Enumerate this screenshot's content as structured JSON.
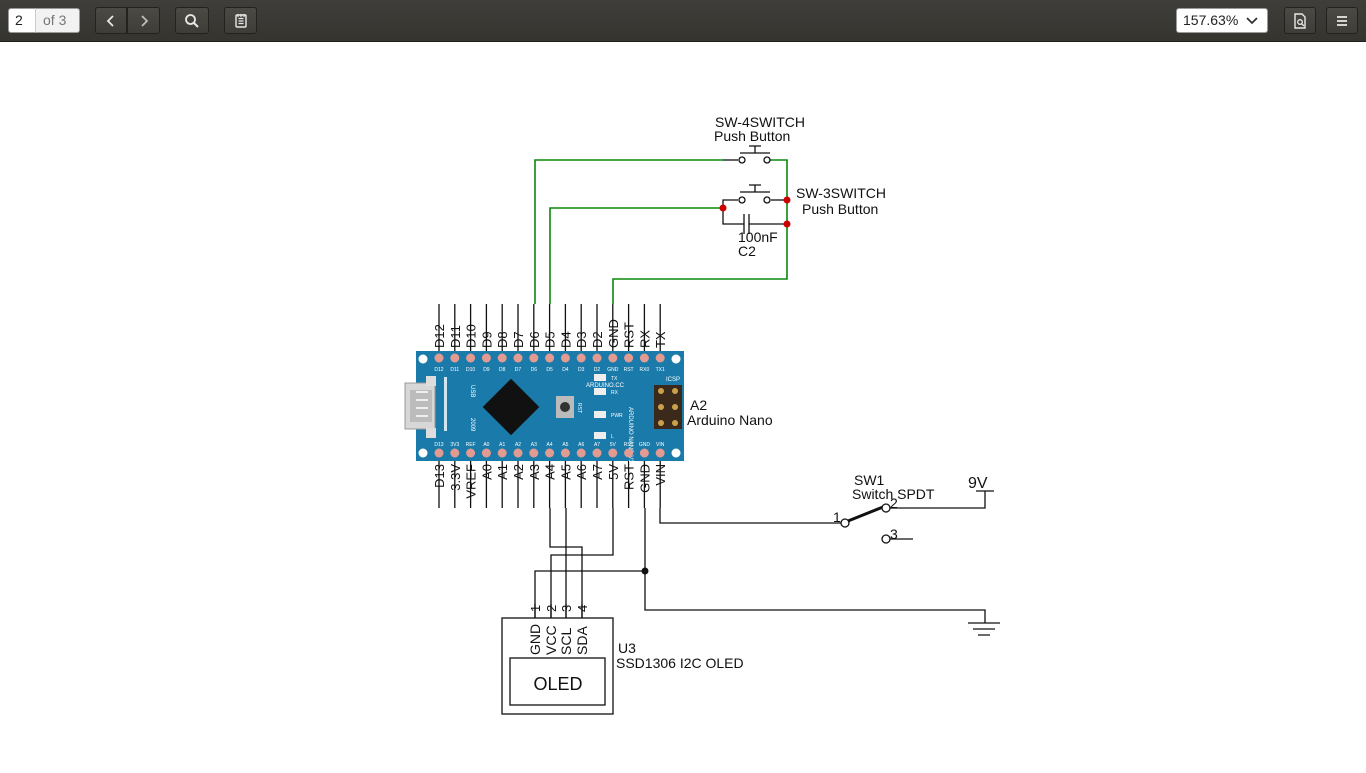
{
  "toolbar": {
    "page_current": "2",
    "page_of": "of 3",
    "zoom": "157.63%",
    "icons": [
      "chevron-left-icon",
      "chevron-right-icon",
      "search-icon",
      "annotations-icon",
      "document-properties-icon",
      "hamburger-menu-icon",
      "chevron-down-icon"
    ]
  },
  "schematic": {
    "sw4_ref": "SW-4SWITCH",
    "sw4_name": "Push Button",
    "sw3_ref": "SW-3SWITCH",
    "sw3_name": "Push Button",
    "cap_value": "100nF",
    "cap_ref": "C2",
    "nano_ref": "A2",
    "nano_name": "Arduino Nano",
    "top_pins": [
      "D12",
      "D11",
      "D10",
      "D9",
      "D8",
      "D7",
      "D6",
      "D5",
      "D4",
      "D3",
      "D2",
      "GND",
      "RST",
      "RX",
      "TX"
    ],
    "bottom_pins": [
      "D13",
      "3.3V",
      "VREF",
      "A0",
      "A1",
      "A2",
      "A3",
      "A4",
      "A5",
      "A6",
      "A7",
      "5V",
      "RST",
      "GND",
      "VIN"
    ],
    "sw1_ref": "SW1",
    "sw1_name": "Switch SPDT",
    "sw1_pin1": "1",
    "sw1_pin2": "2",
    "sw1_pin3": "3",
    "battery_label": "9V",
    "oled_ref": "U3",
    "oled_name": "SSD1306 I2C OLED",
    "oled_label": "OLED",
    "oled_pin_numbers": [
      "1",
      "2",
      "3",
      "4"
    ],
    "oled_pin_names": [
      "GND",
      "VCC",
      "SCL",
      "SDA"
    ],
    "board": {
      "silk_top": [
        "D12",
        "D11",
        "D10",
        "D9",
        "D8",
        "D7",
        "D6",
        "D5",
        "D4",
        "D3",
        "D2",
        "GND",
        "RST",
        "RX0",
        "TX1"
      ],
      "silk_bottom": [
        "D13",
        "3V3",
        "REF",
        "A0",
        "A1",
        "A2",
        "A3",
        "A4",
        "A5",
        "A6",
        "A7",
        "5V",
        "RST",
        "GND",
        "VIN"
      ],
      "brand": "ARDUINO.CC",
      "model": "ARDUINO NANO V3.0",
      "leds": [
        "TX",
        "RX",
        "PWR",
        "L"
      ],
      "icsp": "ICSP",
      "rst": "RST",
      "usb": "USB",
      "year": "2009",
      "colors": {
        "board": "#1a7bab",
        "pad": "#e39a91",
        "ic": "#111111"
      }
    },
    "wire_color": "#0a8a0a",
    "junction_color": "#cc0000"
  }
}
